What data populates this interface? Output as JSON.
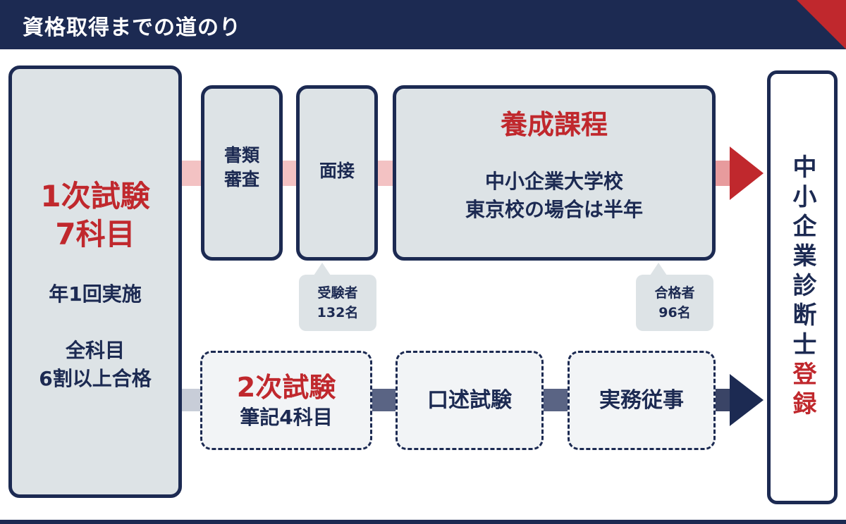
{
  "header": {
    "title": "資格取得までの道のり"
  },
  "colors": {
    "navy": "#1c2a52",
    "red": "#c0282d",
    "box_fill": "#dde3e6",
    "dashed_fill": "#f2f4f6"
  },
  "first_exam": {
    "title_line1": "1次試験",
    "title_line2": "7科目",
    "frequency": "年1回実施",
    "pass_line1": "全科目",
    "pass_line2": "6割以上合格"
  },
  "route_top": {
    "doc_review_line1": "書類",
    "doc_review_line2": "審査",
    "interview": "面接",
    "training_title": "養成課程",
    "training_line1": "中小企業大学校",
    "training_line2": "東京校の場合は半年"
  },
  "callouts": {
    "applicants_line1": "受験者",
    "applicants_line2": "132名",
    "passers_line1": "合格者",
    "passers_line2": "96名"
  },
  "route_bottom": {
    "second_exam_title": "2次試験",
    "second_exam_sub": "筆記4科目",
    "oral_exam": "口述試験",
    "practice": "実務従事"
  },
  "registration": {
    "main": "中小企業診断士",
    "suffix": "登録"
  }
}
